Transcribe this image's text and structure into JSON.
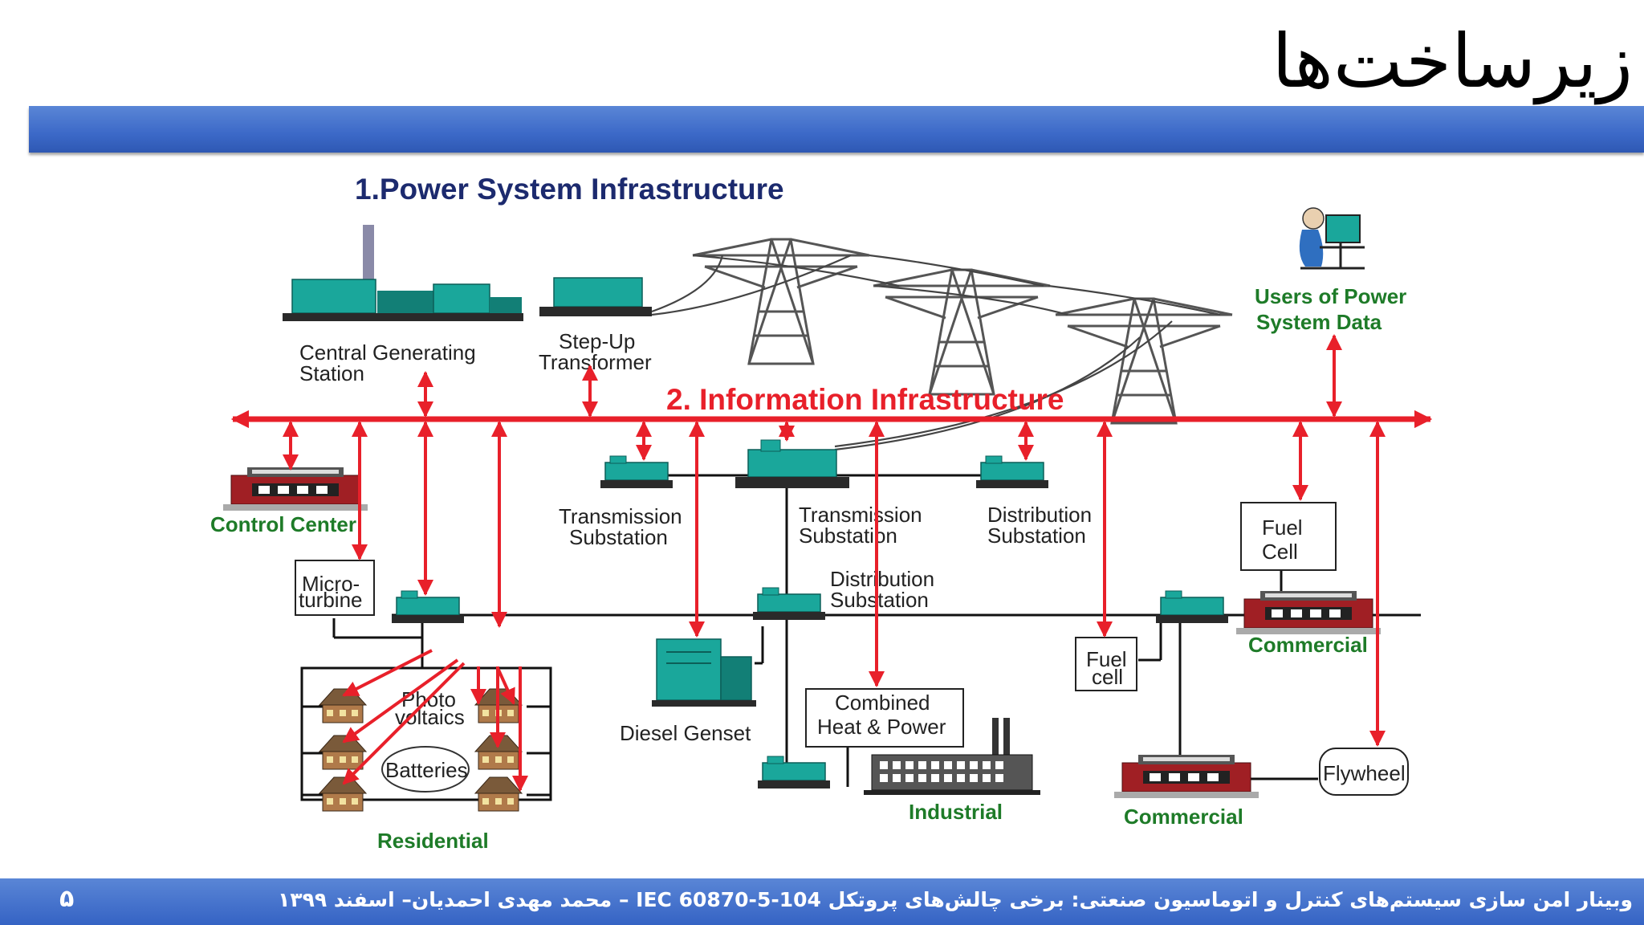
{
  "slide": {
    "title": "زیرساخت‌ها",
    "footer": "وبینار امن سازی سیستم‌های کنترل و اتوماسیون صنعتی: برخی چالش‌های پروتکل IEC 60870-5-104 – محمد مهدی احمدیان– اسفند ۱۳۹۹",
    "page_number": "۵"
  },
  "diagram": {
    "power_title": "1.Power System Infrastructure",
    "info_title": "2. Information Infrastructure",
    "central_station": [
      "Central Generating",
      "Station"
    ],
    "step_up": [
      "Step-Up",
      "Transformer"
    ],
    "users": [
      "Users of Power",
      "System Data"
    ],
    "control_center": "Control Center",
    "trans_sub_1": [
      "Transmission",
      "Substation"
    ],
    "trans_sub_2": [
      "Transmission",
      "Substation"
    ],
    "dist_sub_1": [
      "Distribution",
      "Substation"
    ],
    "dist_sub_2": [
      "Distribution",
      "Substation"
    ],
    "micro_turbine": [
      "Micro-",
      "turbine"
    ],
    "fuel_cell_1": [
      "Fuel",
      "Cell"
    ],
    "fuel_cell_2": [
      "Fuel",
      "cell"
    ],
    "commercial_1": "Commercial",
    "commercial_2": "Commercial",
    "photovoltaics": [
      "Photo",
      "voltaics"
    ],
    "batteries": "Batteries",
    "residential": "Residential",
    "diesel": "Diesel Genset",
    "chp": [
      "Combined",
      "Heat & Power"
    ],
    "industrial": "Industrial",
    "flywheel": "Flywheel"
  },
  "colors": {
    "band": "#3c69c8",
    "info_red": "#e8202a",
    "power_title": "#1c2a6e",
    "green_label": "#1e7b28",
    "equipment_teal": "#1aa79b",
    "equipment_dark": "#2a2a2a",
    "building_red": "#a01f24"
  }
}
